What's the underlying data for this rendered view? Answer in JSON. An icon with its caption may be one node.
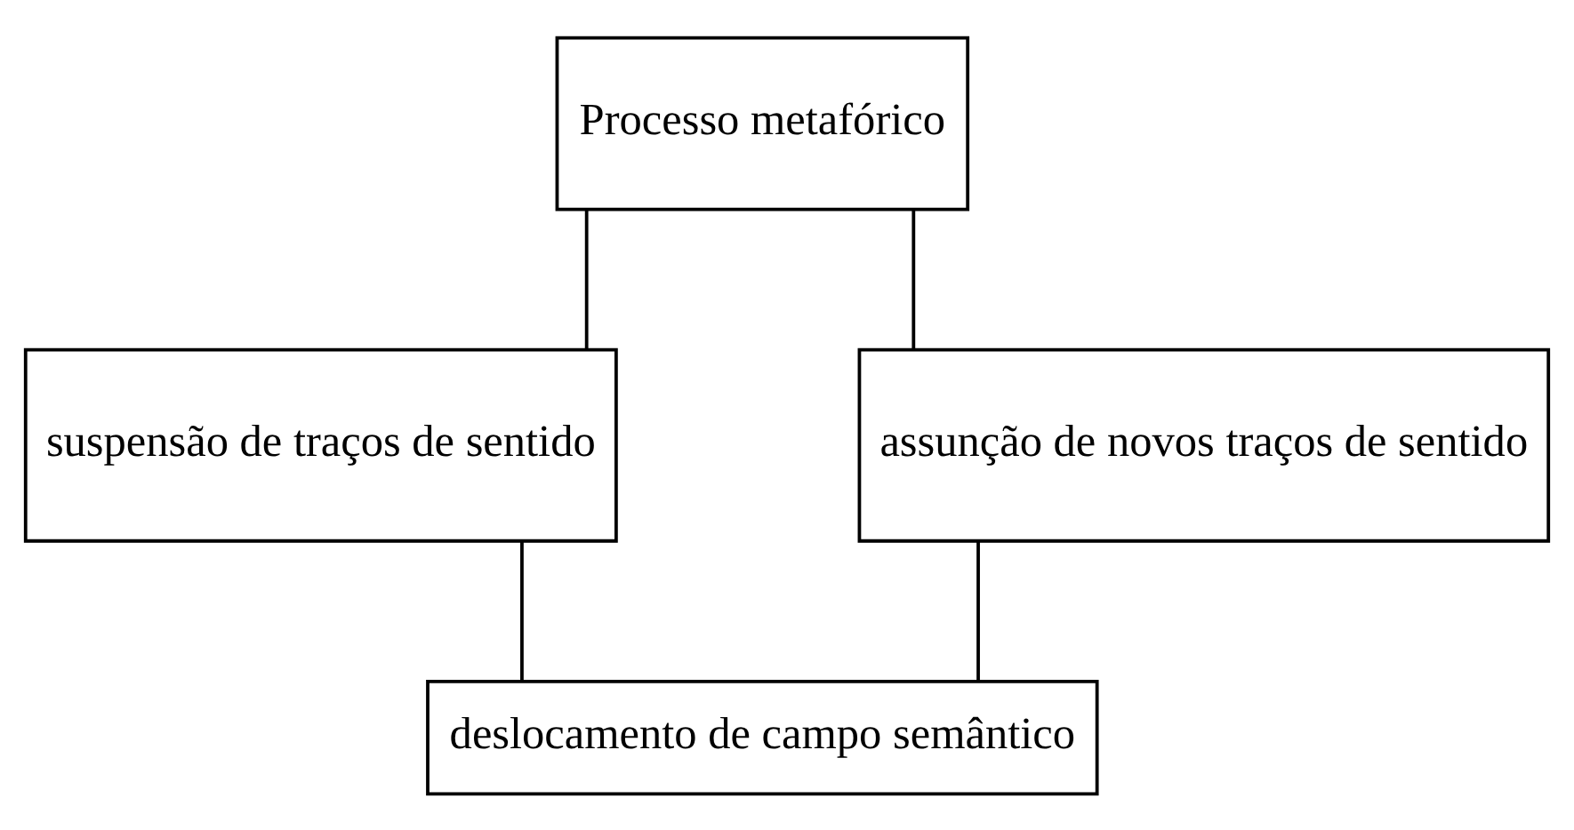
{
  "diagram": {
    "nodes": [
      {
        "text": [
          "Processo metafórico"
        ]
      },
      {
        "text": [
          "suspensão de traços de sentido"
        ]
      },
      {
        "text": [
          "assunção de novos traços de sentido"
        ]
      },
      {
        "text": [
          "deslocamento de campo semântico"
        ]
      }
    ],
    "edges": [
      {
        "from": 0,
        "to": 1,
        "arrow": "none"
      },
      {
        "from": 0,
        "to": 2,
        "arrow": "none"
      },
      {
        "from": 1,
        "to": 3,
        "arrow": "none"
      },
      {
        "from": 2,
        "to": 3,
        "arrow": "none"
      }
    ]
  }
}
